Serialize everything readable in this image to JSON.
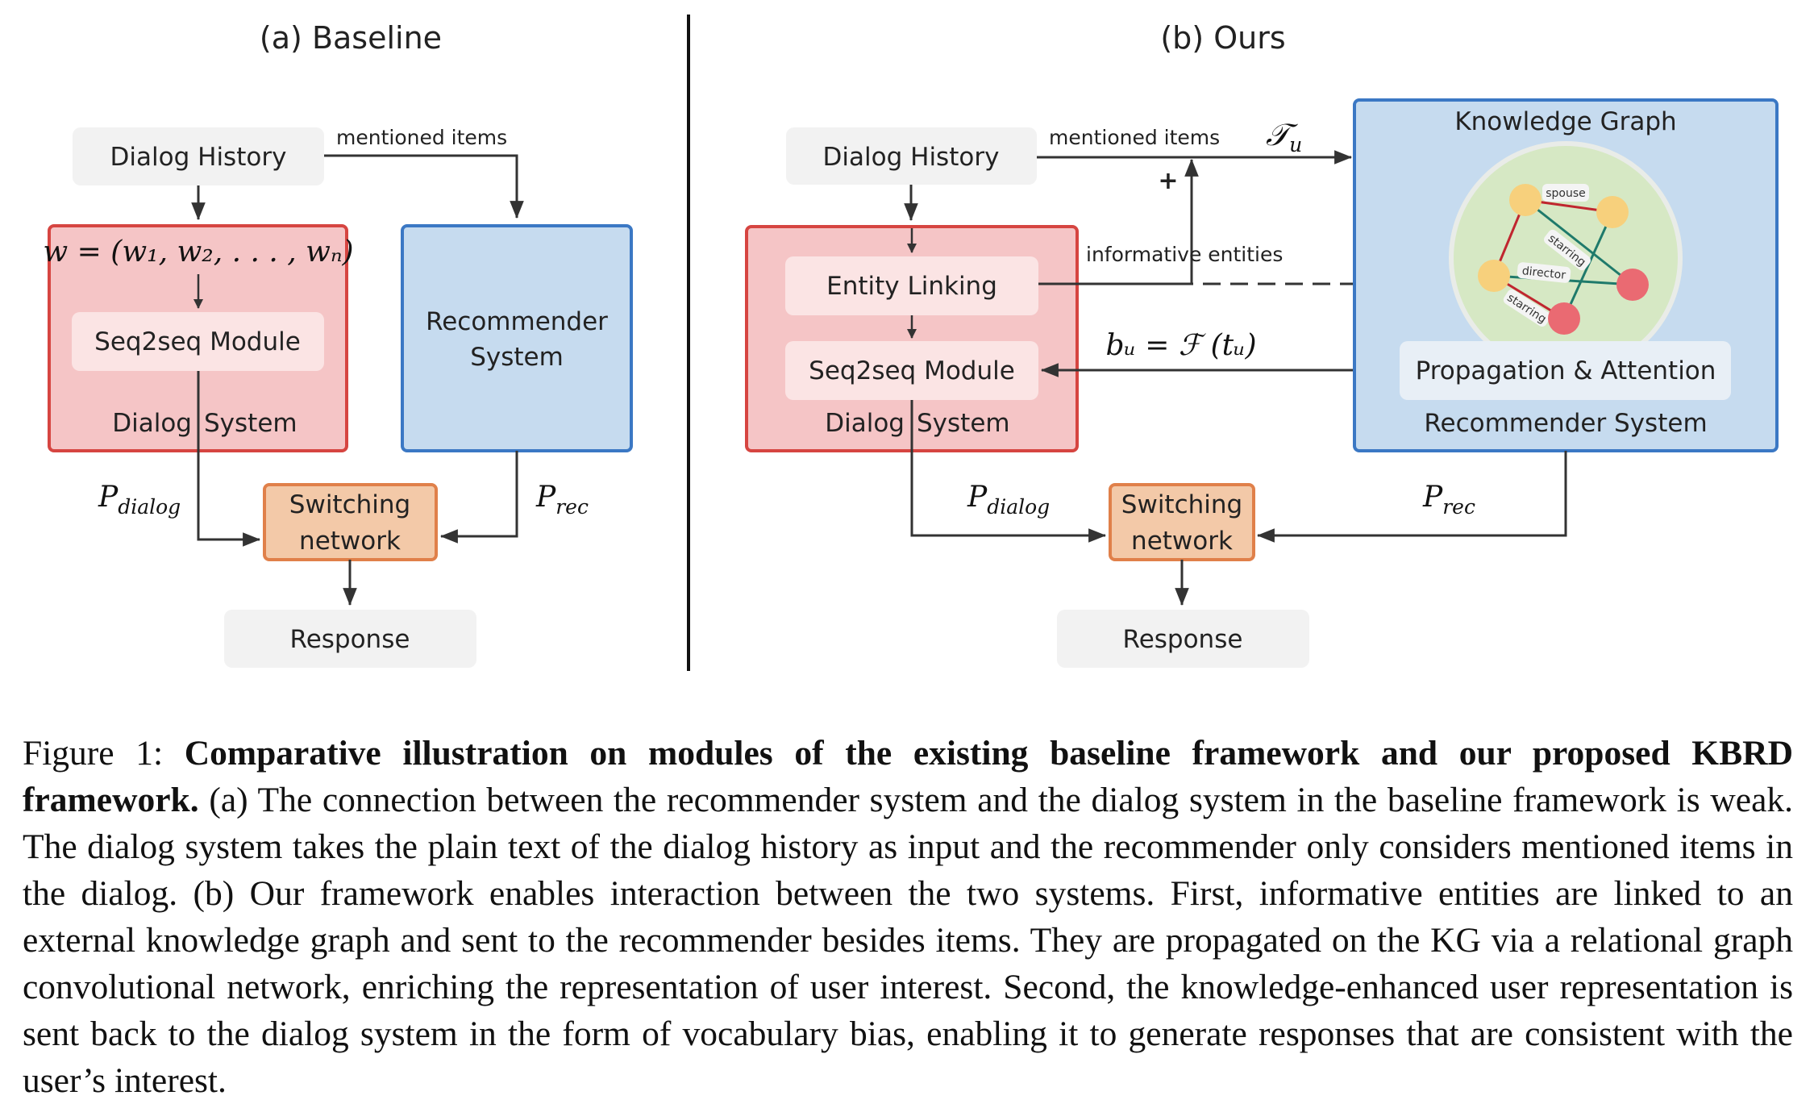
{
  "baseline": {
    "title": "(a) Baseline",
    "dialog_history": "Dialog History",
    "mentioned_items": "mentioned items",
    "w_formula": "w = (w₁, w₂, . . . , wₙ)",
    "seq2seq": "Seq2seq Module",
    "dialog_system_left": "Dialog",
    "dialog_system_right": "System",
    "recommender_line1": "Recommender",
    "recommender_line2": "System",
    "p_dialog_base": "P",
    "p_dialog_sub": "dialog",
    "p_rec_base": "P",
    "p_rec_sub": "rec",
    "switching_line1": "Switching",
    "switching_line2": "network",
    "response": "Response"
  },
  "ours": {
    "title": "(b) Ours",
    "dialog_history": "Dialog History",
    "mentioned_items": "mentioned items",
    "tu": "𝒯",
    "tu_sub": "u",
    "plus": "+",
    "informative_entities": "informative entities",
    "entity_linking": "Entity Linking",
    "seq2seq": "Seq2seq Module",
    "dialog_system_left": "Dialog",
    "dialog_system_right": "System",
    "bu_formula": "bᵤ = ℱ (tᵤ)",
    "knowledge_graph": "Knowledge Graph",
    "kg_edges": [
      "spouse",
      "starring",
      "director",
      "starring"
    ],
    "propagation": "Propagation & Attention",
    "recommender_system": "Recommender System",
    "p_dialog_base": "P",
    "p_dialog_sub": "dialog",
    "p_rec_base": "P",
    "p_rec_sub": "rec",
    "switching_line1": "Switching",
    "switching_line2": "network",
    "response": "Response"
  },
  "caption": {
    "figure_label": "Figure 1:",
    "bold_text": "Comparative illustration on modules of the existing baseline framework and our proposed KBRD framework.",
    "body_text": "(a) The connection between the recommender system and the dialog system in the baseline framework is weak. The dialog system takes the plain text of the dialog history as input and the recommender only considers mentioned items in the dialog. (b) Our framework enables interaction between the two systems. First, informative entities are linked to an external knowledge graph and sent to the recommender besides items. They are propagated on the KG via a relational graph convolutional network, enriching the representation of user interest. Second, the knowledge-enhanced user representation is sent back to the dialog system in the form of vocabulary bias, enabling it to generate responses that are consistent with the user’s interest."
  },
  "colors": {
    "dialog_fill": "#f5c5c6",
    "dialog_stroke": "#d64541",
    "rec_fill": "#c6dbef",
    "rec_stroke": "#3b78c4",
    "switch_fill": "#f3c9a8",
    "switch_stroke": "#e0804a",
    "grey_box": "#f2f2f2",
    "kg_circle": "#d6e8c4",
    "node_yellow": "#f7d07c",
    "node_red": "#ea6a72"
  }
}
